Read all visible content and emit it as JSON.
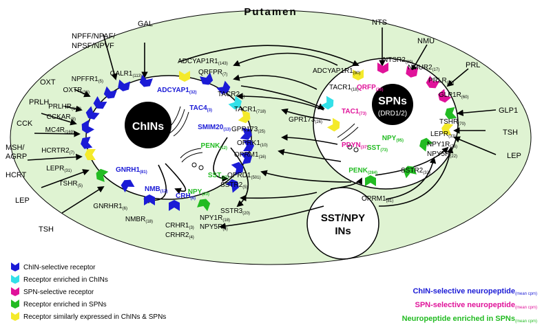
{
  "title": "Putamen",
  "chin": {
    "label": "ChINs"
  },
  "spn": {
    "label": "SPNs",
    "sublabel": "(DRD1/2)"
  },
  "sstnpy": {
    "line1": "SST/NPY",
    "line2": "INs"
  },
  "ext_ligands": {
    "gal": "GAL",
    "npff": "NPFF/NPAF/",
    "npff2": "NPSF/NPVF",
    "oxt": "OXT",
    "prlh": "PRLH",
    "cck": "CCK",
    "msh": "MSH/",
    "agrp": "AGRP",
    "hcrt": "HCRT",
    "lep_left": "LEP",
    "tsh_left": "TSH",
    "nts": "NTS",
    "nmu": "NMU",
    "prl": "PRL",
    "glp1": "GLP1",
    "tsh_right": "TSH",
    "lep_right": "LEP"
  },
  "chin_receptors": [
    {
      "name": "GALR1",
      "val": "(113)"
    },
    {
      "name": "NPFFR1",
      "val": "(5)"
    },
    {
      "name": "OXTR",
      "val": "(36)"
    },
    {
      "name": "PRLHR",
      "val": "(103)"
    },
    {
      "name": "CCKAR",
      "val": "(8)"
    },
    {
      "name": "MC4R",
      "val": "(169)"
    },
    {
      "name": "HCRTR2",
      "val": "(7)"
    },
    {
      "name": "LEPR",
      "val": "(31)"
    },
    {
      "name": "TSHR",
      "val": "(5)"
    },
    {
      "name": "GNRHR1",
      "val": "(6)"
    },
    {
      "name": "NMBR",
      "val": "(18)"
    },
    {
      "name": "CRHR1",
      "val": "(3)"
    },
    {
      "name": "CRHR2",
      "val": "(4)"
    },
    {
      "name": "NPY1R",
      "val": "(18)"
    },
    {
      "name": "NPY5R",
      "val": "(3)"
    },
    {
      "name": "SSTR3",
      "val": "(20)"
    },
    {
      "name": "SSTR2",
      "val": "(5)"
    },
    {
      "name": "OPRD1",
      "val": "(501)"
    },
    {
      "name": "OPRM1",
      "val": "(16)"
    },
    {
      "name": "OPRK1",
      "val": "(10)"
    },
    {
      "name": "GPR173",
      "val": "(25)"
    },
    {
      "name": "TACR1",
      "val": "(718)"
    },
    {
      "name": "TACR2",
      "val": "(6)"
    },
    {
      "name": "QRFPR",
      "val": "(7)"
    },
    {
      "name": "ADCYAP1R1",
      "val": "(143)"
    }
  ],
  "chin_peptides": [
    {
      "name": "ADCYAP1",
      "val": "(32)"
    },
    {
      "name": "TAC4",
      "val": "(3)"
    },
    {
      "name": "SMIM20",
      "val": "(13)"
    },
    {
      "name": "GNRH1",
      "val": "(81)"
    },
    {
      "name": "NMB",
      "val": "(12)"
    },
    {
      "name": "CRH",
      "val": "(6)"
    }
  ],
  "chin_spn_peptides": [
    {
      "name": "PENK",
      "val": "(12)"
    },
    {
      "name": "SST",
      "val": "(27)"
    },
    {
      "name": "NPY",
      "val": "(23)"
    }
  ],
  "spn_receptors": [
    {
      "name": "ADCYAP1R1",
      "val": "(80)"
    },
    {
      "name": "NTSR2",
      "val": "(20)"
    },
    {
      "name": "NMUR2",
      "val": "(17)"
    },
    {
      "name": "PRLR",
      "val": "(38)"
    },
    {
      "name": "GLP1R",
      "val": "(60)"
    },
    {
      "name": "TSHR",
      "val": "(70)"
    },
    {
      "name": "LEPR",
      "val": "(33)"
    },
    {
      "name": "NPY1R",
      "val": "(76)"
    },
    {
      "name": "NPY5R",
      "val": "(22)"
    },
    {
      "name": "SSTR2",
      "val": "(32)"
    },
    {
      "name": "OPRM1",
      "val": "(81)"
    },
    {
      "name": "TACR1",
      "val": "(18)"
    },
    {
      "name": "GPR173",
      "val": "(26)"
    }
  ],
  "spn_peptides": [
    {
      "name": "QRFP",
      "val": "(26)"
    },
    {
      "name": "TAC1",
      "val": "(73)"
    },
    {
      "name": "PDYN",
      "val": "(37)"
    }
  ],
  "spn_green_peptides": [
    {
      "name": "NPY",
      "val": "(95)"
    },
    {
      "name": "SST",
      "val": "(73)"
    },
    {
      "name": "PENK",
      "val": "(284)"
    }
  ],
  "legend_left": [
    {
      "label": "ChIN-selective receptor",
      "color": "#1b1bd6"
    },
    {
      "label": "Receptor enriched in ChINs",
      "color": "#33e0e8"
    },
    {
      "label": "SPN-selective receptor",
      "color": "#e0139a"
    },
    {
      "label": "Receptor enriched in SPNs",
      "color": "#22bb22"
    },
    {
      "label": "Receptor similarly expressed in ChINs & SPNs",
      "color": "#f4ea2a"
    }
  ],
  "legend_right": [
    {
      "label": "ChIN-selective neuropeptide",
      "unit": "(mean cpm)",
      "color": "#1b1bd6"
    },
    {
      "label": "SPN-selective neuropeptide",
      "unit": "(mean cpm)",
      "color": "#e0139a"
    },
    {
      "label": "Neuropeptide enriched in SPNs",
      "unit": "(mean cpm)",
      "color": "#22bb22"
    }
  ],
  "colors": {
    "background_oval": "#dff3d2",
    "chin_blue": "#1b1bd6",
    "cyan": "#33e0e8",
    "spn_pink": "#e0139a",
    "green": "#22bb22",
    "yellow": "#f4ea2a"
  }
}
